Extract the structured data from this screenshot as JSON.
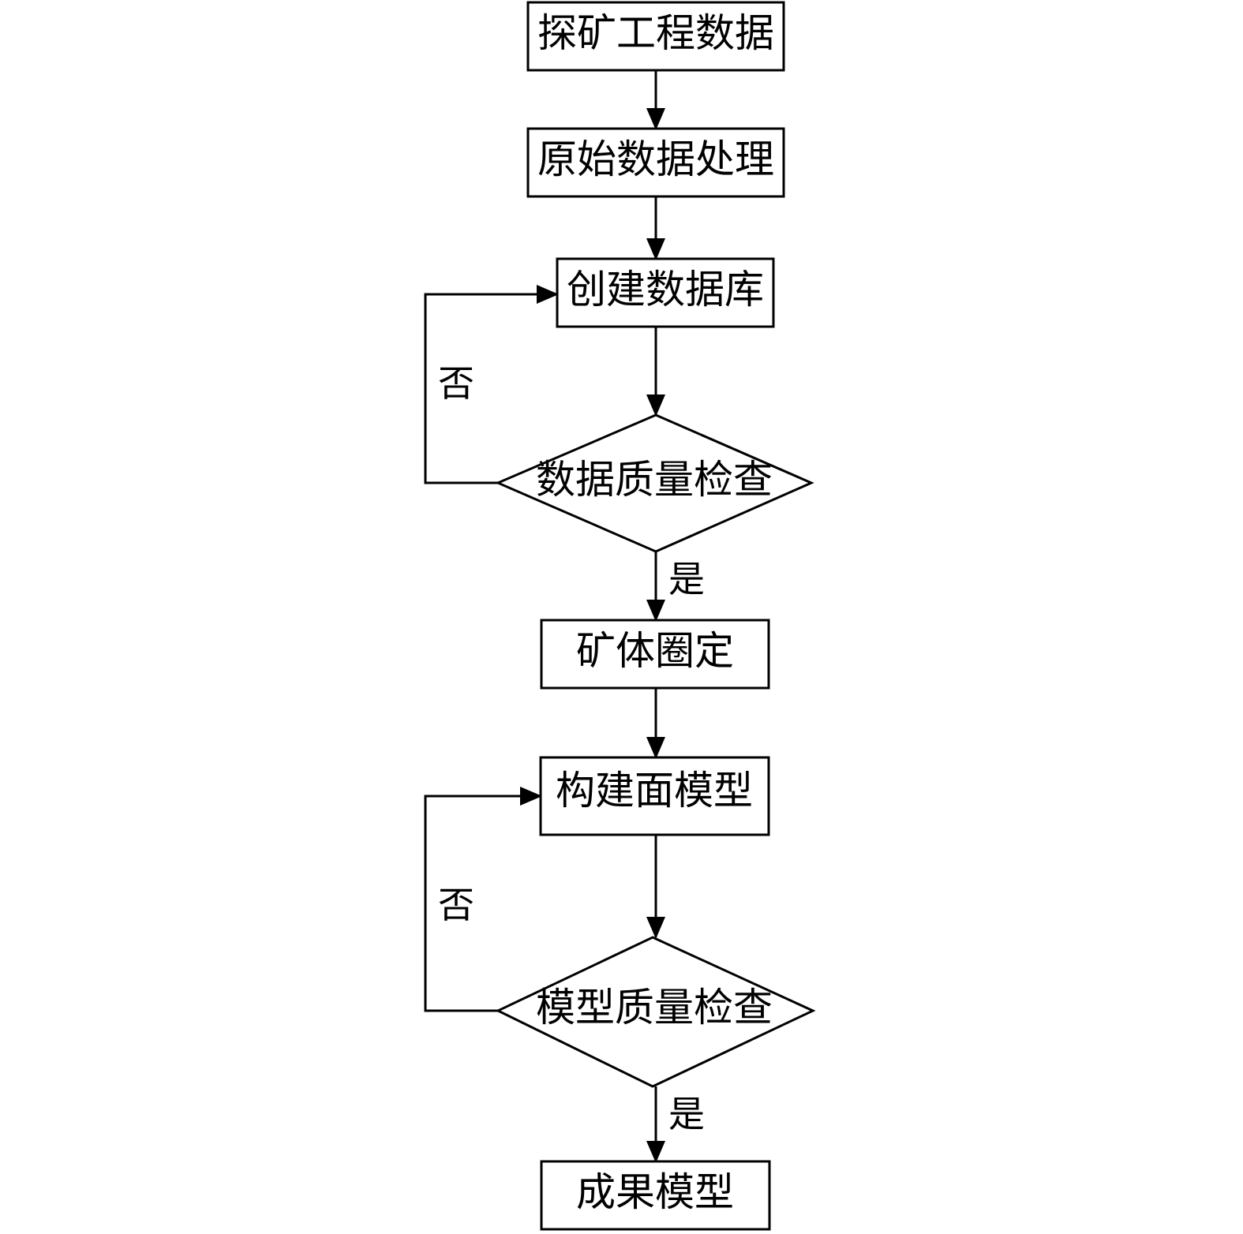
{
  "diagram": {
    "nodes": {
      "exploration_data": "探矿工程数据",
      "raw_data_processing": "原始数据处理",
      "create_database": "创建数据库",
      "data_quality_check": "数据质量检查",
      "orebody_delineation": "矿体圈定",
      "build_surface_model": "构建面模型",
      "model_quality_check": "模型质量检查",
      "result_model": "成果模型"
    },
    "edge_labels": {
      "data_check_no": "否",
      "data_check_yes": "是",
      "model_check_no": "否",
      "model_check_yes": "是"
    }
  }
}
